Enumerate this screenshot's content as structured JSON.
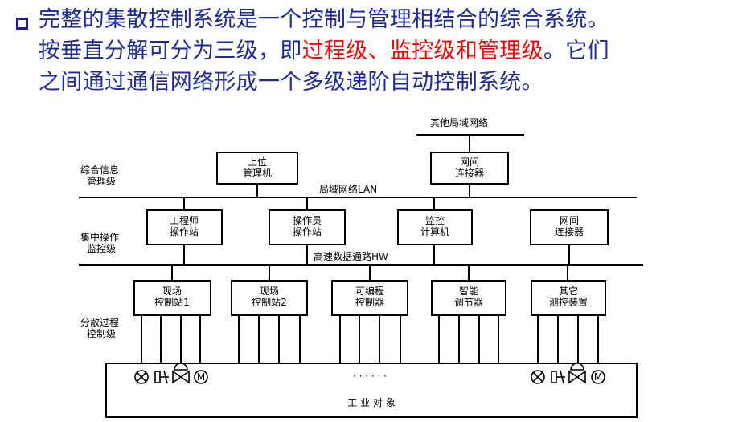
{
  "heading": {
    "line1": "完整的集散控制系统是一个控制与管理相结合的综合系统。",
    "line2_a": "按垂直分解可分为三级，即",
    "line2_red": "过程级、监控级和管理级",
    "line2_b": "。它们",
    "line3": "之间通过通信网络形成一个多级递阶自动控制系统。",
    "text_color": "#1c2aa0",
    "highlight_color": "#ff0000"
  },
  "diagram": {
    "other_lan": "其他局域网络",
    "lan_label": "局域网络LAN",
    "hw_label": "高速数据通路HW",
    "level_top": {
      "line1": "综合信息",
      "line2": "管理级"
    },
    "level_mid": {
      "line1": "集中操作",
      "line2": "监控级"
    },
    "level_bot": {
      "line1": "分散过程",
      "line2": "控制级"
    },
    "top_boxes": [
      {
        "line1": "上位",
        "line2": "管理机"
      },
      {
        "line1": "网间",
        "line2": "连接器"
      }
    ],
    "mid_boxes": [
      {
        "line1": "工程师",
        "line2": "操作站"
      },
      {
        "line1": "操作员",
        "line2": "操作站"
      },
      {
        "line1": "监控",
        "line2": "计算机"
      },
      {
        "line1": "网间",
        "line2": "连接器"
      }
    ],
    "bot_boxes": [
      {
        "line1": "现场",
        "line2": "控制站1"
      },
      {
        "line1": "现场",
        "line2": "控制站2"
      },
      {
        "line1": "可编程",
        "line2": "控制器"
      },
      {
        "line1": "智能",
        "line2": "调节器"
      },
      {
        "line1": "其它",
        "line2": "测控装置"
      }
    ],
    "plant_label": "工 业 对 象",
    "ellipsis": "· · · · · ·",
    "motor_label": "M"
  }
}
